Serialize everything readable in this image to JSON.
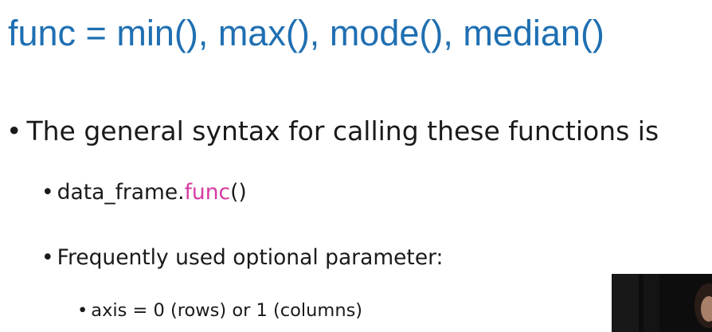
{
  "title": "func = min(), max(), mode(), median()",
  "bullets": {
    "bullet_symbol": "•",
    "general_syntax": "The general syntax for calling these functions is",
    "call_prefix": "data_frame.",
    "call_func": "func",
    "call_suffix": "()",
    "optional_param": "Frequently used optional parameter:",
    "axis": "axis = 0 (rows) or 1 (columns)"
  },
  "colors": {
    "title": "#1f6fb2",
    "func_highlight": "#d63aa0",
    "body_text": "#1a1a1a"
  }
}
